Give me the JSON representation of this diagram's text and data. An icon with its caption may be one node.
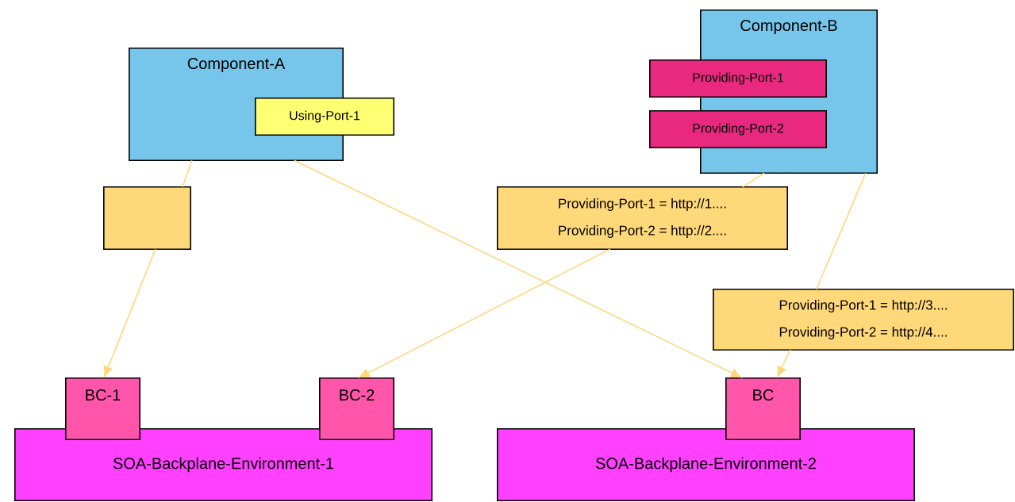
{
  "diagram": {
    "nodes": [
      {
        "text": [
          "Component-A"
        ]
      },
      {
        "text": [
          "Using-Port-1"
        ]
      },
      {
        "text": [
          "Component-B"
        ]
      },
      {
        "text": [
          "Providing-Port-1"
        ]
      },
      {
        "text": [
          "Providing-Port-2"
        ]
      },
      {
        "text": [],
        "shape": "box"
      },
      {
        "text": [
          "Providing-Port-1 = http://1....",
          "Providing-Port-2 = http://2...."
        ]
      },
      {
        "text": [
          "Providing-Port-1 = http://3....",
          "Providing-Port-2 = http://4...."
        ]
      },
      {
        "text": [
          "SOA-Backplane-Environment-1"
        ]
      },
      {
        "text": [
          "BC-1"
        ]
      },
      {
        "text": [
          "BC-2"
        ]
      },
      {
        "text": [
          "SOA-Backplane-Environment-2"
        ]
      },
      {
        "text": [
          "BC"
        ]
      }
    ],
    "edges": [
      {
        "from": 0,
        "to": 5,
        "arrow": "none"
      },
      {
        "from": 5,
        "to": 9,
        "arrow": "to"
      },
      {
        "from": 0,
        "to": 12,
        "arrow": "to"
      },
      {
        "from": 2,
        "to": 6,
        "arrow": "none"
      },
      {
        "from": 6,
        "to": 10,
        "arrow": "to"
      },
      {
        "from": 2,
        "to": 7,
        "arrow": "none"
      },
      {
        "from": 7,
        "to": 12,
        "arrow": "to"
      }
    ]
  }
}
